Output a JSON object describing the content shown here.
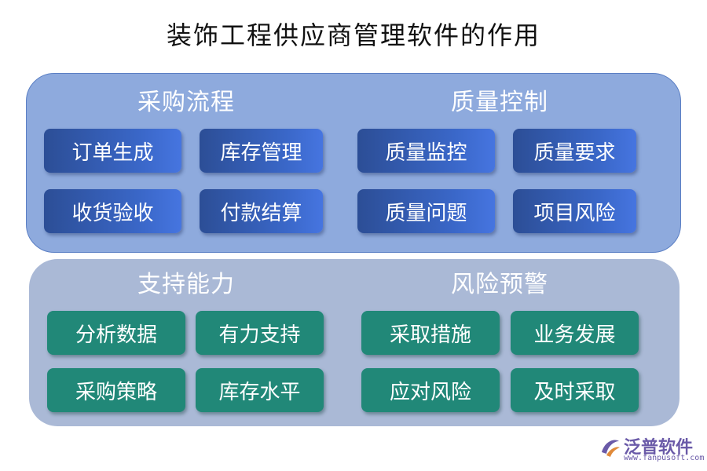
{
  "title": "装饰工程供应商管理软件的作用",
  "top_panel": {
    "left_group": {
      "title": "采购流程",
      "items": [
        "订单生成",
        "库存管理",
        "收货验收",
        "付款结算"
      ]
    },
    "right_group": {
      "title": "质量控制",
      "items": [
        "质量监控",
        "质量要求",
        "质量问题",
        "项目风险"
      ]
    }
  },
  "bottom_panel": {
    "left_group": {
      "title": "支持能力",
      "items": [
        "分析数据",
        "有力支持",
        "采购策略",
        "库存水平"
      ]
    },
    "right_group": {
      "title": "风险预警",
      "items": [
        "采取措施",
        "业务发展",
        "应对风险",
        "及时采取"
      ]
    }
  },
  "logo": {
    "name": "泛普软件",
    "url": "www.fanpusoft.com",
    "icon": "fanpu-logo-icon"
  },
  "colors": {
    "top_panel_bg": "#8eaadd",
    "bottom_panel_bg": "#aab9d6",
    "blue_button": "#3a67c8",
    "green_button": "#218878",
    "logo": "#6a5aa8"
  }
}
